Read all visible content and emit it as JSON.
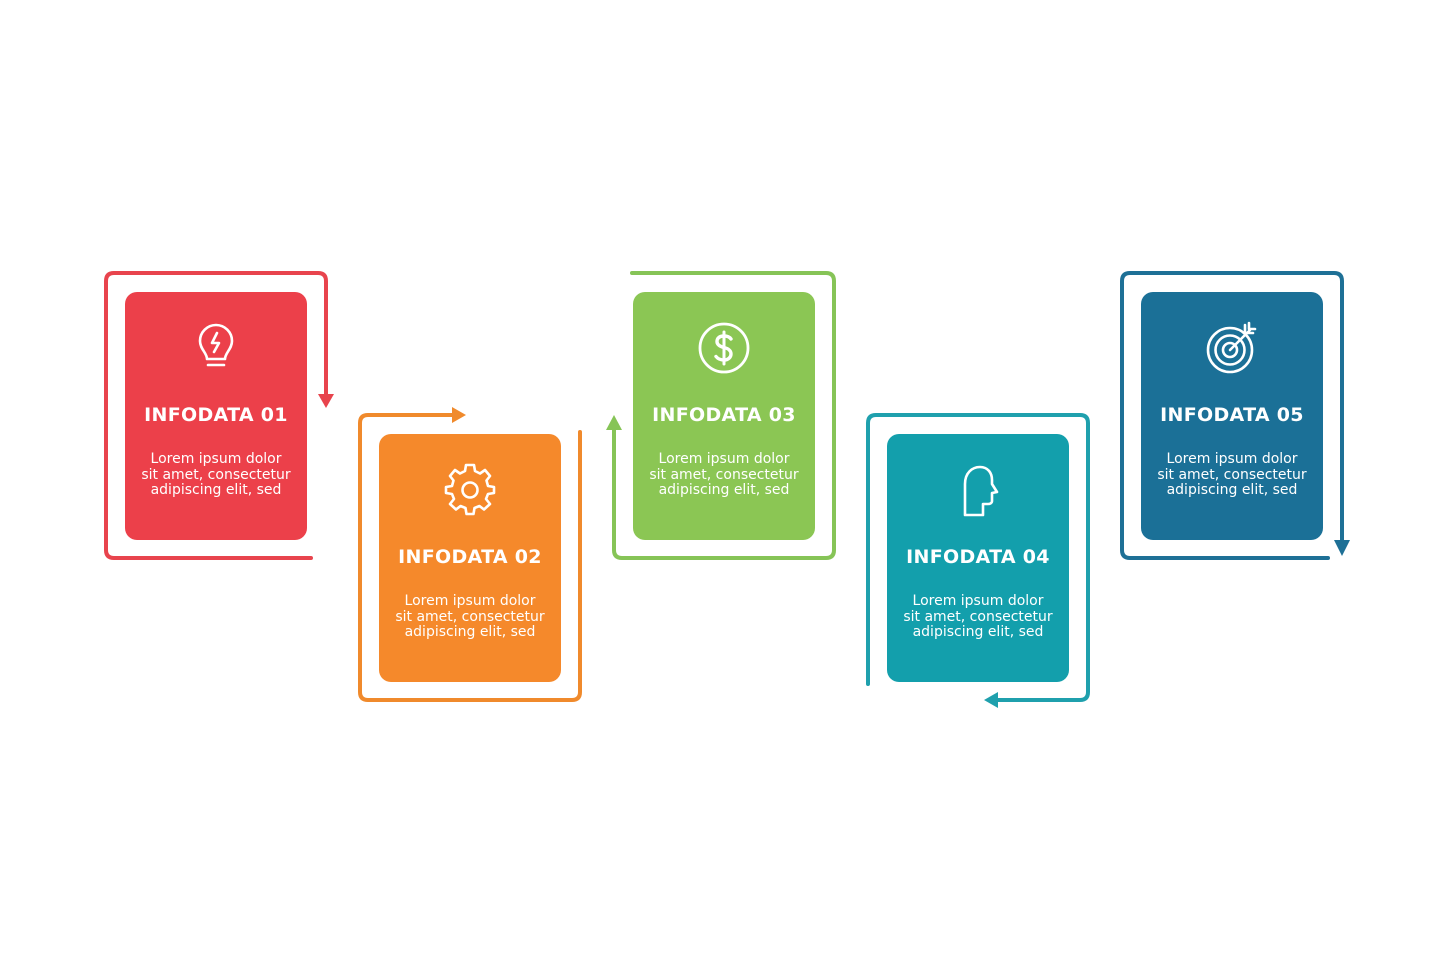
{
  "steps": [
    {
      "title": "INFODATA 01",
      "body_lines": [
        "Lorem ipsum dolor",
        "sit amet, consectetur",
        "adipiscing elit, sed"
      ],
      "icon": "lightbulb-icon",
      "color": "#ec404a",
      "frame_color": "#e8444d"
    },
    {
      "title": "INFODATA 02",
      "body_lines": [
        "Lorem ipsum dolor",
        "sit amet, consectetur",
        "adipiscing elit, sed"
      ],
      "icon": "gear-icon",
      "color": "#f5892b",
      "frame_color": "#f08a2c"
    },
    {
      "title": "INFODATA 03",
      "body_lines": [
        "Lorem ipsum dolor",
        "sit amet, consectetur",
        "adipiscing elit, sed"
      ],
      "icon": "dollar-icon",
      "color": "#8bc654",
      "frame_color": "#86c457"
    },
    {
      "title": "INFODATA 04",
      "body_lines": [
        "Lorem ipsum dolor",
        "sit amet, consectetur",
        "adipiscing elit, sed"
      ],
      "icon": "head-icon",
      "color": "#139fac",
      "frame_color": "#1fa0ad"
    },
    {
      "title": "INFODATA 05",
      "body_lines": [
        "Lorem ipsum dolor",
        "sit amet, consectetur",
        "adipiscing elit, sed"
      ],
      "icon": "target-icon",
      "color": "#1b7097",
      "frame_color": "#1e7096"
    }
  ]
}
